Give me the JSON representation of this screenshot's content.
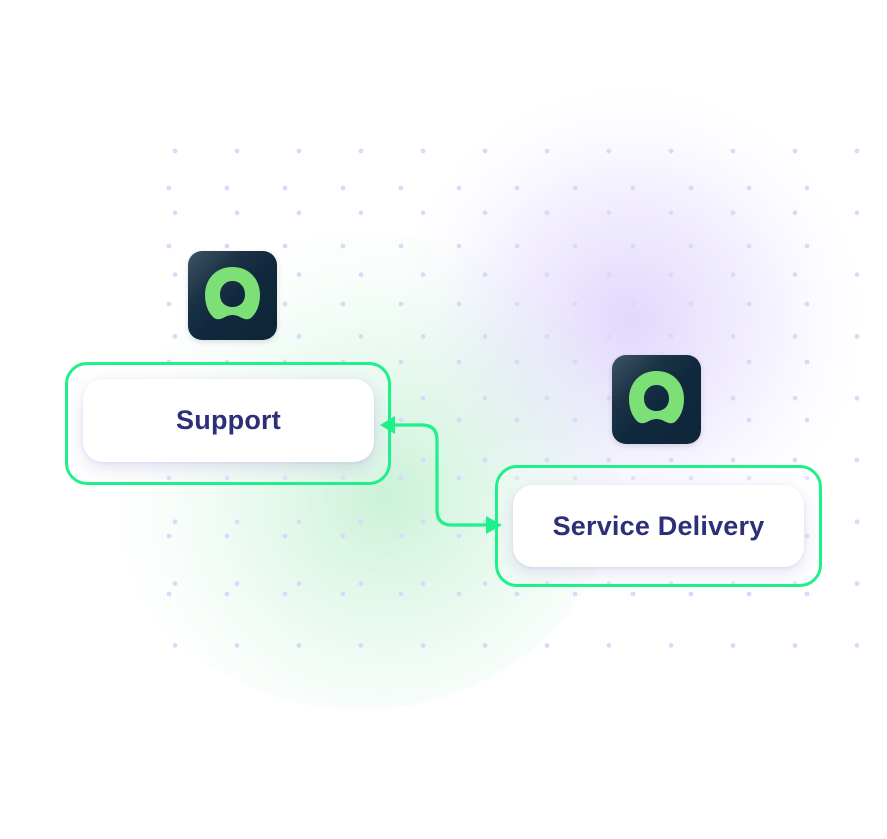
{
  "diagram": {
    "nodes": [
      {
        "id": "support",
        "label": "Support",
        "icon": "app-logo-icon"
      },
      {
        "id": "service-delivery",
        "label": "Service Delivery",
        "icon": "app-logo-icon"
      }
    ],
    "edges": [
      {
        "from": "support",
        "to": "service-delivery",
        "direction": "bidirectional"
      }
    ]
  },
  "colors": {
    "accent_green": "#1ff08a",
    "icon_green": "#7de077",
    "icon_bg": "#10283d",
    "label_text": "#2f2e78",
    "dot": "#dcd8f8"
  }
}
